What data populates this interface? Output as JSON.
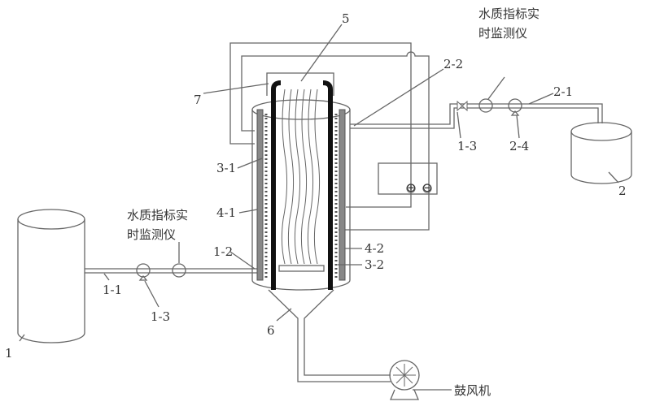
{
  "labels": {
    "l5": "5",
    "l7": "7",
    "l2_2": "2-2",
    "l2_1": "2-1",
    "l1_3_right": "1-3",
    "l2_4": "2-4",
    "l2": "2",
    "l3_1": "3-1",
    "l4_1": "4-1",
    "l1_2": "1-2",
    "l4_2": "4-2",
    "l3_2": "3-2",
    "l1_1": "1-1",
    "l1_3_left": "1-3",
    "l1": "1",
    "l6": "6"
  },
  "monitor_right": {
    "line1": "水质指标实",
    "line2": "时监测仪"
  },
  "monitor_left": {
    "line1": "水质指标实",
    "line2": "时监测仪"
  },
  "blower": "鼓风机",
  "power_supply": {
    "plus": "⊕",
    "minus": "⊖"
  }
}
